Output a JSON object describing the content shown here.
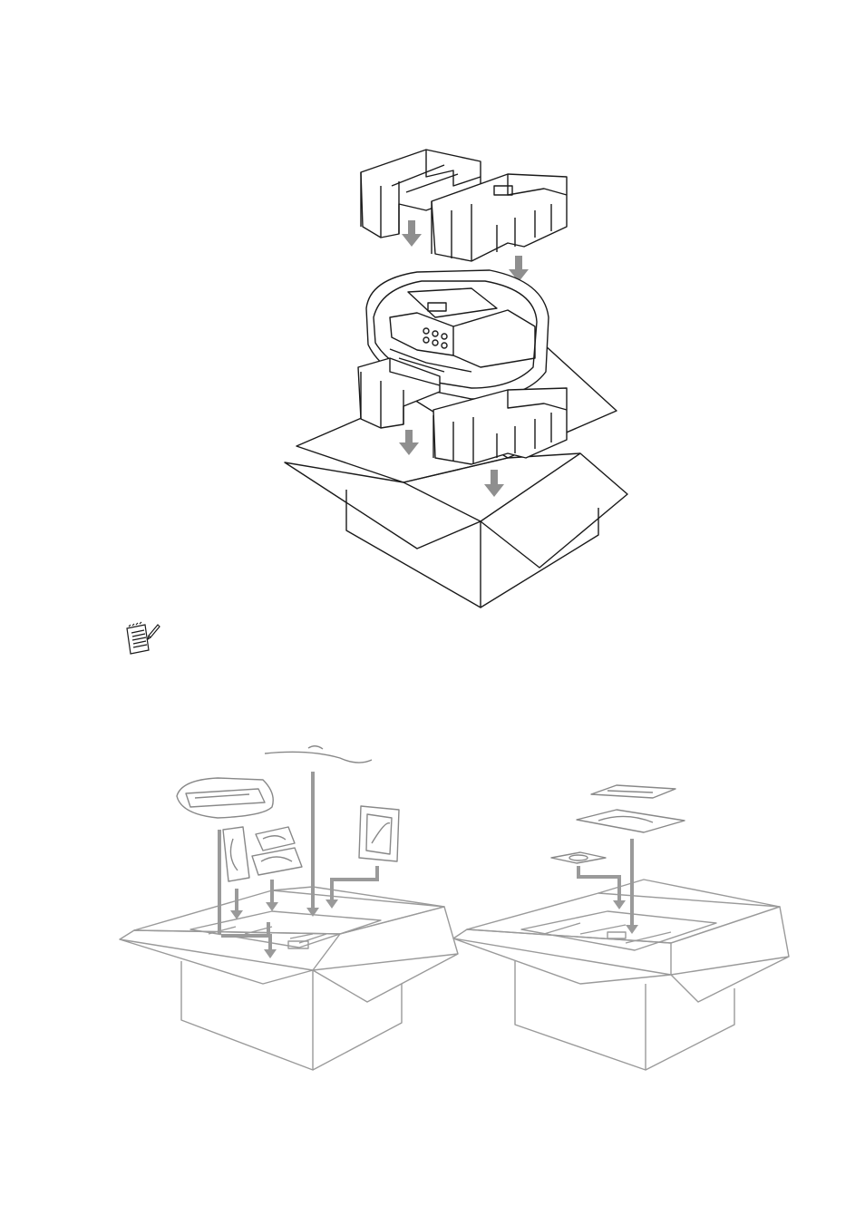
{
  "page": {
    "background": "#ffffff",
    "line_color": "#1a1a1a",
    "gray_line_color": "#9a9a9a",
    "arrow_color": "#9a9a9a"
  },
  "figures": [
    {
      "name": "repack-machine-figure",
      "description_icon": "machine-in-foam-into-box"
    },
    {
      "name": "repack-accessories-figure",
      "description_icon": "accessories-into-box"
    },
    {
      "name": "repack-manuals-figure",
      "description_icon": "manuals-and-cd-into-box"
    }
  ],
  "note": {
    "icon": "note-pad-icon"
  }
}
